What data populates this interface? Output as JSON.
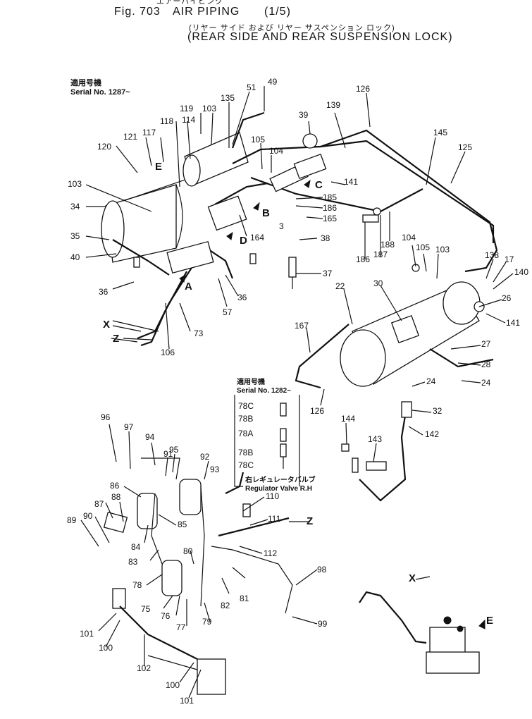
{
  "header": {
    "jp_top": "エアーパイピング",
    "fig_label": "Fig. 703",
    "title": "AIR  PIPING",
    "page": "(1/5)",
    "jp_sub": "(リヤー サイド および リヤー サスペンション ロック)",
    "subtitle": "(REAR SIDE AND REAR SUSPENSION  LOCK)"
  },
  "serial_1": {
    "jp": "適用号機",
    "text": "Serial No. 1287~"
  },
  "serial_2": {
    "jp": "適用号機",
    "text": "Serial No. 1282~"
  },
  "regulator": {
    "jp": "右レギュレータバルブ",
    "text": "Regulator Valve R.H"
  },
  "views": {
    "a": "A",
    "b": "B",
    "c": "C",
    "d": "D",
    "e": "E",
    "x1": "X",
    "z1": "Z",
    "x2": "X",
    "z2": "Z"
  },
  "labels": {
    "l49": "49",
    "l51": "51",
    "l135": "135",
    "l126a": "126",
    "l139": "139",
    "l119": "119",
    "l103a": "103",
    "l118": "118",
    "l114": "114",
    "l39": "39",
    "l121": "121",
    "l117": "117",
    "l105a": "105",
    "l104a": "104",
    "l145": "145",
    "l125": "125",
    "l120": "120",
    "l141a": "141",
    "l103b": "103",
    "l185": "185",
    "l34": "34",
    "l186a": "186",
    "l165": "165",
    "l3": "3",
    "l35": "35",
    "l164": "164",
    "l38": "38",
    "l186b": "186",
    "l187": "187",
    "l188": "188",
    "l104b": "104",
    "l105b": "105",
    "l103c": "103",
    "l40": "40",
    "l138": "138",
    "l17": "17",
    "l37": "37",
    "l140": "140",
    "l36a": "36",
    "l36b": "36",
    "l22": "22",
    "l30": "30",
    "l26": "26",
    "l57": "57",
    "l141b": "141",
    "l73": "73",
    "l167": "167",
    "l106": "106",
    "l27": "27",
    "l28": "28",
    "l24a": "24",
    "l24b": "24",
    "l126b": "126",
    "l32": "32",
    "l78c1": "78C",
    "l78b1": "78B",
    "l78a": "78A",
    "l78b2": "78B",
    "l78c2": "78C",
    "l96": "96",
    "l97": "97",
    "l94": "94",
    "l95": "95",
    "l91": "91",
    "l92": "92",
    "l93": "93",
    "l144": "144",
    "l143": "143",
    "l142": "142",
    "l86": "86",
    "l87": "87",
    "l88": "88",
    "l89": "89",
    "l90": "90",
    "l85": "85",
    "l84": "84",
    "l110": "110",
    "l111": "111",
    "l112": "112",
    "l83": "83",
    "l80": "80",
    "l98": "98",
    "l78": "78",
    "l81": "81",
    "l82": "82",
    "l75": "75",
    "l76": "76",
    "l77": "77",
    "l79": "79",
    "l99": "99",
    "l101a": "101",
    "l100a": "100",
    "l102": "102",
    "l100b": "100",
    "l101b": "101"
  }
}
